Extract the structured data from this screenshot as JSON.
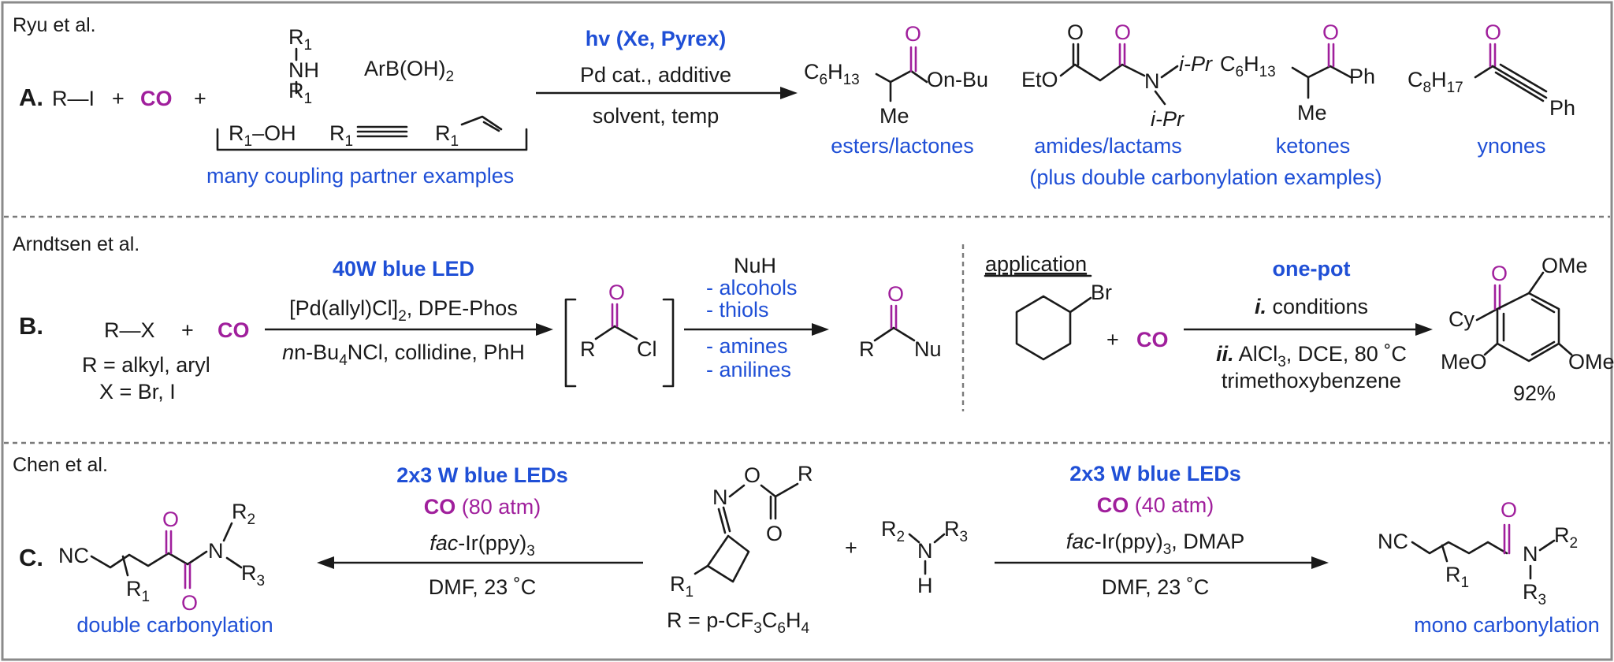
{
  "rows": {
    "A": {
      "author": "Ryu et al.",
      "label": "A.",
      "reactant_RI": "R—I",
      "plus": "+",
      "co": "CO",
      "amine_R1_top": "R",
      "amine_NH": "NH",
      "amine_R1_bot": "R",
      "boronic": "ArB(OH)",
      "alcohol": "R",
      "alcohol_OH": "–OH",
      "alkyne_R": "R",
      "alkene_R": "R",
      "partners_caption": "many coupling partner examples",
      "cond_top": "hv (Xe, Pyrex)",
      "cond_mid": "Pd cat., additive",
      "cond_bot": "solvent, temp",
      "prod1_c6": "C",
      "prod1_sub": "6",
      "prod1_h": "H",
      "prod1_sub2": "13",
      "prod1_O": "O",
      "prod1_On": "On-Bu",
      "prod1_Me": "Me",
      "prod2_EtO": "EtO",
      "prod2_N": "N",
      "prod2_ipr1": "i-Pr",
      "prod2_ipr2": "i-Pr",
      "prod3_c6": "C",
      "prod3_Ph": "Ph",
      "prod3_Me": "Me",
      "prod4_c8": "C",
      "prod4_sub": "8",
      "prod4_sub2": "17",
      "prod4_Ph": "Ph",
      "cap_esters": "esters/lactones",
      "cap_amides": "amides/lactams",
      "cap_ketones": "ketones",
      "cap_ynones": "ynones",
      "cap_double": "(plus double carbonylation examples)"
    },
    "B": {
      "author": "Arndtsen et al.",
      "label": "B.",
      "reactant_RX": "R—X",
      "plus": "+",
      "co": "CO",
      "r_def": "R = alkyl, aryl",
      "x_def": "X = Br, I",
      "cond_top": "40W blue LED",
      "cond_mid": "[Pd(allyl)Cl]",
      "cond_mid_tail": ", DPE-Phos",
      "cond_bot": "n-Bu",
      "cond_bot_tail": "NCl, collidine, PhH",
      "acid_R": "R",
      "acid_Cl": "Cl",
      "acid_O": "O",
      "nuh": "NuH",
      "nu_list": [
        "- alcohols",
        "- thiols",
        "- amines",
        "- anilines"
      ],
      "prod_R": "R",
      "prod_Nu": "Nu",
      "prod_O": "O",
      "application": "application",
      "cy_Br": "Br",
      "app_plus": "+",
      "app_co": "CO",
      "app_top": "one-pot",
      "app_step1_num": "i.",
      "app_step1": " conditions",
      "app_step2_num": "ii.",
      "app_step2": " AlCl",
      "app_step2_tail": ", DCE, 80 ˚C",
      "app_step3": "trimethoxybenzene",
      "app_prod_Cy": "Cy",
      "app_prod_O": "O",
      "app_prod_OMe1": "OMe",
      "app_prod_OMe2": "OMe",
      "app_prod_MeO": "MeO",
      "app_yield": "92%"
    },
    "C": {
      "author": "Chen et al.",
      "label": "C.",
      "left_top": "2x3 W blue LEDs",
      "left_co": "CO",
      "left_atm": " (80 atm)",
      "left_cat": "fac",
      "left_cat_tail": "-Ir(ppy)",
      "left_solv": "DMF, 23 ˚C",
      "left_prod_NC": "NC",
      "left_prod_R1": "R",
      "left_prod_N": "N",
      "left_prod_R2": "R",
      "left_prod_R3": "R",
      "left_prod_O1": "O",
      "left_prod_O2": "O",
      "left_caption": "double carbonylation",
      "sm_N": "N",
      "sm_O": "O",
      "sm_R": "R",
      "sm_Oc": "O",
      "sm_R1": "R",
      "sm_def": "R = p-CF",
      "sm_def_mid": "C",
      "sm_def_tail": "H",
      "plus": "+",
      "amine_R2": "R",
      "amine_N": "N",
      "amine_R3": "R",
      "amine_H": "H",
      "right_top": "2x3 W blue LEDs",
      "right_co": "CO",
      "right_atm": " (40 atm)",
      "right_cat": "fac",
      "right_cat_tail": "-Ir(ppy)",
      "right_cat_tail2": ", DMAP",
      "right_solv": "DMF, 23 ˚C",
      "right_prod_NC": "NC",
      "right_prod_R1": "R",
      "right_prod_O": "O",
      "right_prod_N": "N",
      "right_prod_R2": "R",
      "right_prod_R3": "R",
      "right_caption": "mono carbonylation"
    }
  },
  "colors": {
    "blue": "#1f4fd6",
    "purple": "#a01f9c",
    "frame": "#8a8a8a"
  }
}
